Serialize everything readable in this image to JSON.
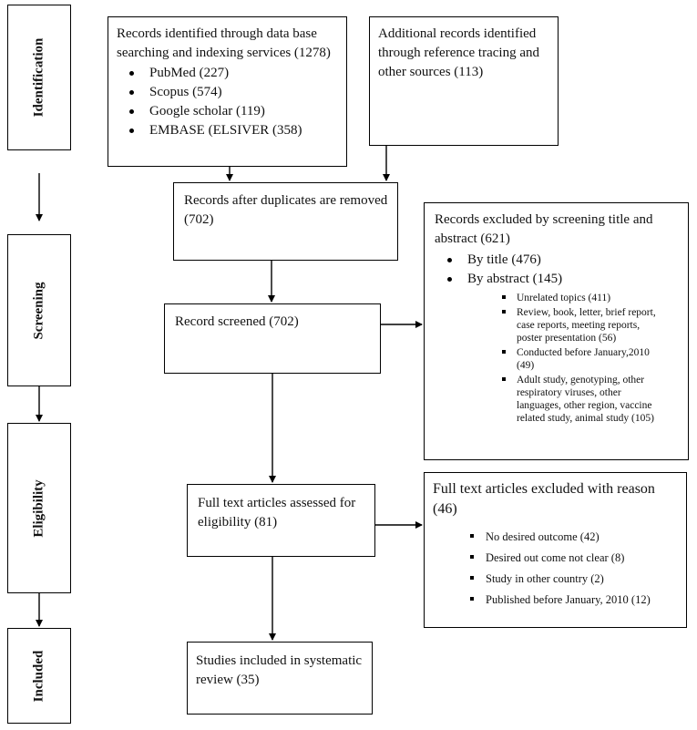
{
  "stages": {
    "identification": "Identification",
    "screening": "Screening",
    "eligibility": "Eligibility",
    "included": "Included"
  },
  "boxes": {
    "db_records": {
      "text": "Records identified through data base searching and indexing services (1278)",
      "items": [
        "PubMed (227)",
        "Scopus (574)",
        "Google scholar (119)",
        "EMBASE (ELSIVER (358)"
      ]
    },
    "additional_records": {
      "text": "Additional records identified through reference tracing and other sources (113)"
    },
    "after_duplicates": {
      "text": "Records after duplicates are removed (702)"
    },
    "record_screened": {
      "text": "Record screened (702)"
    },
    "excluded_screening": {
      "text": "Records excluded by screening title and abstract (621)",
      "items": [
        "By title (476)",
        "By abstract (145)"
      ],
      "subitems": [
        "Unrelated topics (411)",
        "Review, book, letter, brief report, case reports, meeting reports, poster presentation (56)",
        "Conducted before January,2010 (49)",
        "Adult study, genotyping, other respiratory viruses, other languages, other region, vaccine related study, animal study (105)"
      ]
    },
    "full_text": {
      "text": "Full text articles assessed for eligibility (81)"
    },
    "excluded_full_text": {
      "text": "Full text articles excluded with reason (46)",
      "items": [
        "No desired outcome (42)",
        "Desired out come not clear (8)",
        "Study in other country (2)",
        "Published before January, 2010 (12)"
      ]
    },
    "included": {
      "text": "Studies included in systematic review (35)"
    }
  }
}
